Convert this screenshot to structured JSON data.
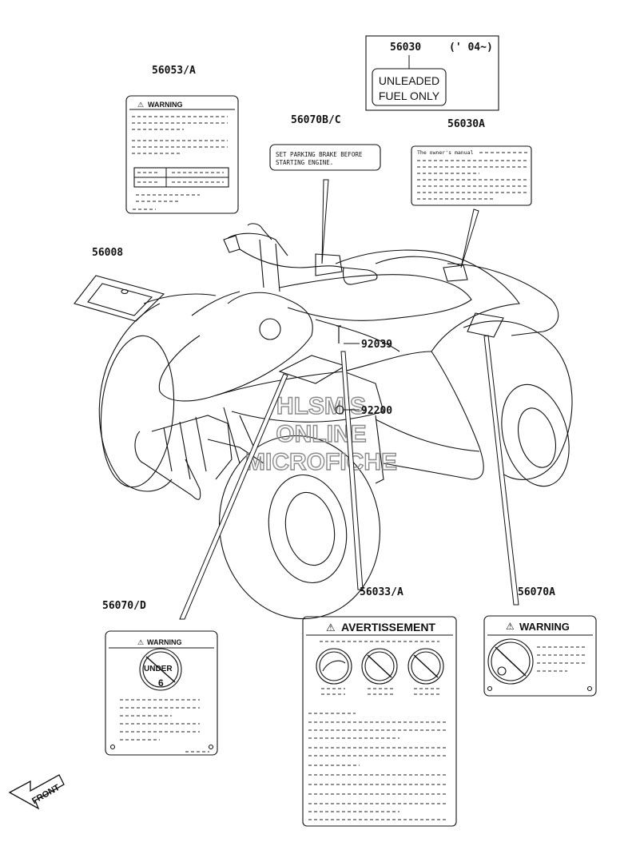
{
  "parts": {
    "p56030": "56030",
    "p56030_year": "(' 04~)",
    "p56030_line1": "UNLEADED",
    "p56030_line2": "FUEL ONLY",
    "p56053": "56053/A",
    "p56053_warning": "WARNING",
    "p56070bc": "56070B/C",
    "p56070bc_line1": "SET PARKING BRAKE BEFORE",
    "p56070bc_line2": "STARTING ENGINE.",
    "p56030a": "56030A",
    "p56030a_text": "The owner's manual",
    "p56008": "56008",
    "p92039": "92039",
    "p92200": "92200",
    "p56070d": "56070/D",
    "p56070d_warning": "WARNING",
    "p56070d_under": "UNDER",
    "p56070d_num": "6",
    "p56033": "56033/A",
    "p56033_title": "AVERTISSEMENT",
    "p56070a": "56070A",
    "p56070a_warning": "WARNING"
  },
  "watermark": {
    "line1": "HLSM'S",
    "line2": "ONLINE",
    "line3": "MICROFICHE"
  },
  "front_label": "FRONT"
}
